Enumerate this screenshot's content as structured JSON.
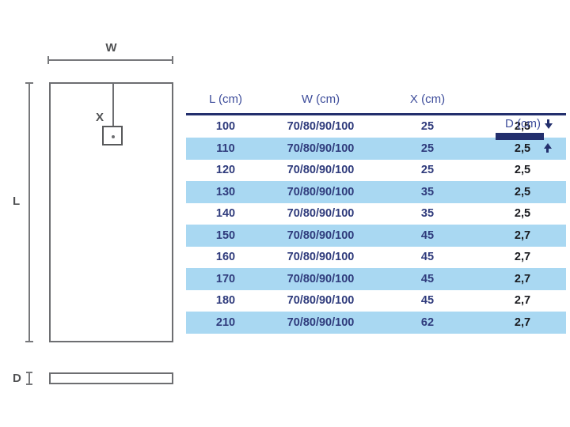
{
  "diagram": {
    "labels": {
      "width": "W",
      "drain_offset": "X",
      "length": "L",
      "depth": "D"
    }
  },
  "table": {
    "headers": {
      "l": "L (cm)",
      "w": "W (cm)",
      "x": "X (cm)",
      "d": "D (cm)"
    },
    "rows": [
      {
        "l": "100",
        "w": "70/80/90/100",
        "x": "25",
        "d": "2,5"
      },
      {
        "l": "110",
        "w": "70/80/90/100",
        "x": "25",
        "d": "2,5"
      },
      {
        "l": "120",
        "w": "70/80/90/100",
        "x": "25",
        "d": "2,5"
      },
      {
        "l": "130",
        "w": "70/80/90/100",
        "x": "35",
        "d": "2,5"
      },
      {
        "l": "140",
        "w": "70/80/90/100",
        "x": "35",
        "d": "2,5"
      },
      {
        "l": "150",
        "w": "70/80/90/100",
        "x": "45",
        "d": "2,7"
      },
      {
        "l": "160",
        "w": "70/80/90/100",
        "x": "45",
        "d": "2,7"
      },
      {
        "l": "170",
        "w": "70/80/90/100",
        "x": "45",
        "d": "2,7"
      },
      {
        "l": "180",
        "w": "70/80/90/100",
        "x": "45",
        "d": "2,7"
      },
      {
        "l": "210",
        "w": "70/80/90/100",
        "x": "62",
        "d": "2,7"
      }
    ]
  },
  "colors": {
    "row_alt_blue": "#a9d8f2",
    "navy_accent": "#232f6d",
    "header_text": "#3e4d9b",
    "cell_text_navy": "#2f3b7c",
    "cell_text_dark": "#191a1f",
    "diagram_line": "#6d6e71",
    "diagram_label": "#505153"
  }
}
